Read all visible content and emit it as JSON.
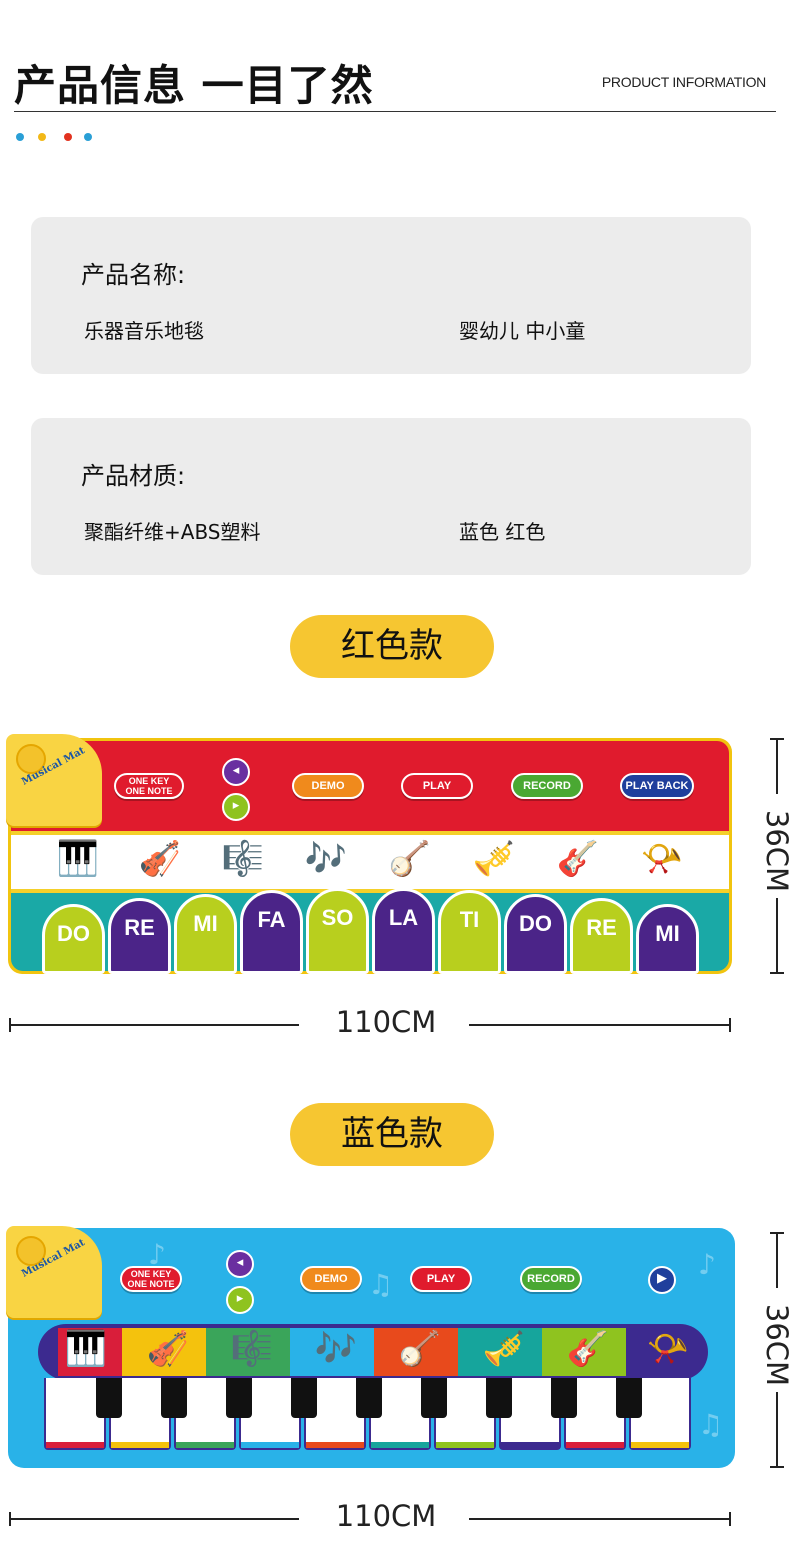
{
  "header": {
    "title": "产品信息 一目了然",
    "subtitle": "PRODUCT INFORMATION",
    "dot_colors": [
      "#2a9fd6",
      "#f2b817",
      "#e2321f",
      "#2a9fd6"
    ]
  },
  "card_name": {
    "label": "产品名称:",
    "value_left": "乐器音乐地毯",
    "value_right": "婴幼儿 中小童"
  },
  "card_material": {
    "label": "产品材质:",
    "value_left": "聚酯纤维+ABS塑料",
    "value_right": "蓝色  红色"
  },
  "red_variant": {
    "pill": "红色款",
    "badge_text": "Musical Mat",
    "buttons": [
      {
        "label": "ONE KEY\nONE NOTE",
        "color": "#e01b2d"
      },
      {
        "label": "DEMO",
        "color": "#f08a1c"
      },
      {
        "label": "PLAY",
        "color": "#e01b2d"
      },
      {
        "label": "RECORD",
        "color": "#4aa832"
      },
      {
        "label": "PLAY BACK",
        "color": "#1f3f9c"
      }
    ],
    "instruments": [
      "🎹",
      "🎻",
      "🎼",
      "🎶",
      "🪕",
      "🎺",
      "🎸",
      "📯"
    ],
    "keys": [
      "DO",
      "RE",
      "MI",
      "FA",
      "SO",
      "LA",
      "TI",
      "DO",
      "RE",
      "MI"
    ],
    "width_label": "110CM",
    "height_label": "36CM"
  },
  "blue_variant": {
    "pill": "蓝色款",
    "badge_text": "Musical Mat",
    "buttons": [
      {
        "label": "ONE KEY\nONE NOTE",
        "color": "#e01b2d"
      },
      {
        "label": "DEMO",
        "color": "#f08a1c"
      },
      {
        "label": "PLAY",
        "color": "#e01b2d"
      },
      {
        "label": "RECORD",
        "color": "#4aa832"
      }
    ],
    "instruments": [
      "🎹",
      "🎻",
      "🎼",
      "🎶",
      "🪕",
      "🎺",
      "🎸",
      "📯"
    ],
    "width_label": "110CM",
    "height_label": "36CM"
  },
  "key_colors": {
    "lime": "#b8cf1e",
    "purple": "#4b2488"
  }
}
